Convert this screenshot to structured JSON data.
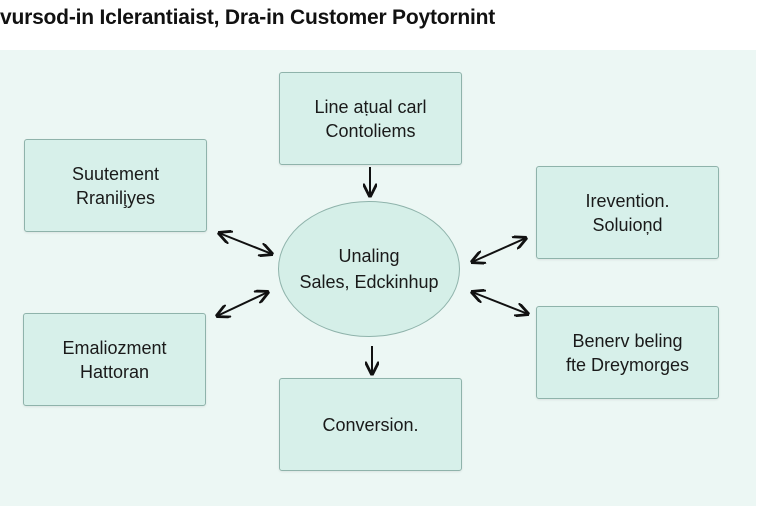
{
  "title": "vursod-in Iclerantiaist, Dra-in Customer Poytornint",
  "nodes": {
    "top": {
      "line1": "Line aṭual carl",
      "line2": "Contoliems"
    },
    "top_left": {
      "line1": "Suutement",
      "line2": "Rranili̧yes"
    },
    "bottom_left": {
      "line1": "Emaliozment",
      "line2": "Hattoran"
    },
    "center": {
      "line1": "Unaling",
      "line2": "Sales, Edckinhup"
    },
    "bottom": {
      "line1": "Conversion."
    },
    "top_right": {
      "line1": "Irevention.",
      "line2": "Soluioņd"
    },
    "bottom_right": {
      "line1": "Benerv beling",
      "line2": "fte Dreymorges"
    }
  },
  "colors": {
    "node_fill": "#d7f0ea",
    "node_border": "#8fb3ab",
    "background": "#ecf7f4",
    "arrow": "#111111"
  }
}
